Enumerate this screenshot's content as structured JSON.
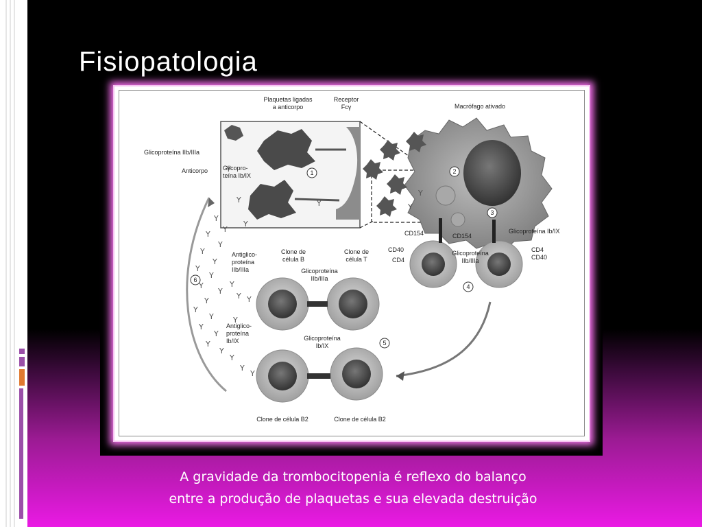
{
  "slide": {
    "title": "Fisiopatologia",
    "caption_line1": "A gravidade da trombocitopenia é reflexo do balanço",
    "caption_line2": "entre a produção de plaquetas e sua elevada destruição"
  },
  "colors": {
    "accent_magenta": "#ea1ae4",
    "background": "#000000",
    "deco_purple": "#9b4fa8",
    "deco_orange": "#e07a30"
  },
  "diagram": {
    "labels": {
      "plaquetas_ligadas_l1": "Plaquetas ligadas",
      "plaquetas_ligadas_l2": "a anticorpo",
      "receptor_l1": "Receptor",
      "receptor_l2": "Fcγ",
      "macrofago": "Macrófago ativado",
      "glico_iibiiia": "Glicoproteína IIb/IIIa",
      "anticorpo": "Anticorpo",
      "glico_ibix_l1": "Glicopro-",
      "glico_ibix_l2": "teína Ib/IX",
      "cd154_a": "CD154",
      "cd154_b": "CD154",
      "glico_ibix_right": "Glicoproteína Ib/IX",
      "cd40_l": "CD40",
      "cd4_l": "CD4",
      "cd4_r": "CD4",
      "cd40_r": "CD40",
      "glico_iibiiia_mid_l1": "Glicoproteína",
      "glico_iibiiia_mid_l2": "IIb/IIIa",
      "clone_b_l1": "Clone de",
      "clone_b_l2": "célula B",
      "clone_t_l1": "Clone de",
      "clone_t_l2": "célula T",
      "antiglico_a_l1": "Antiglico-",
      "antiglico_a_l2": "proteína",
      "antiglico_a_l3": "IIb/IIIa",
      "glico_iibiiia_cells_l1": "Glicoproteína",
      "glico_iibiiia_cells_l2": "IIb/IIIa",
      "antiglico_b_l1": "Antiglico-",
      "antiglico_b_l2": "proteína",
      "antiglico_b_l3": "Ib/IX",
      "glico_ibix_cells_l1": "Glicoproteína",
      "glico_ibix_cells_l2": "Ib/IX",
      "clone_b2_left": "Clone de célula B2",
      "clone_b2_right": "Clone de célula B2"
    },
    "step_numbers": [
      "1",
      "2",
      "3",
      "4",
      "5",
      "6"
    ]
  }
}
